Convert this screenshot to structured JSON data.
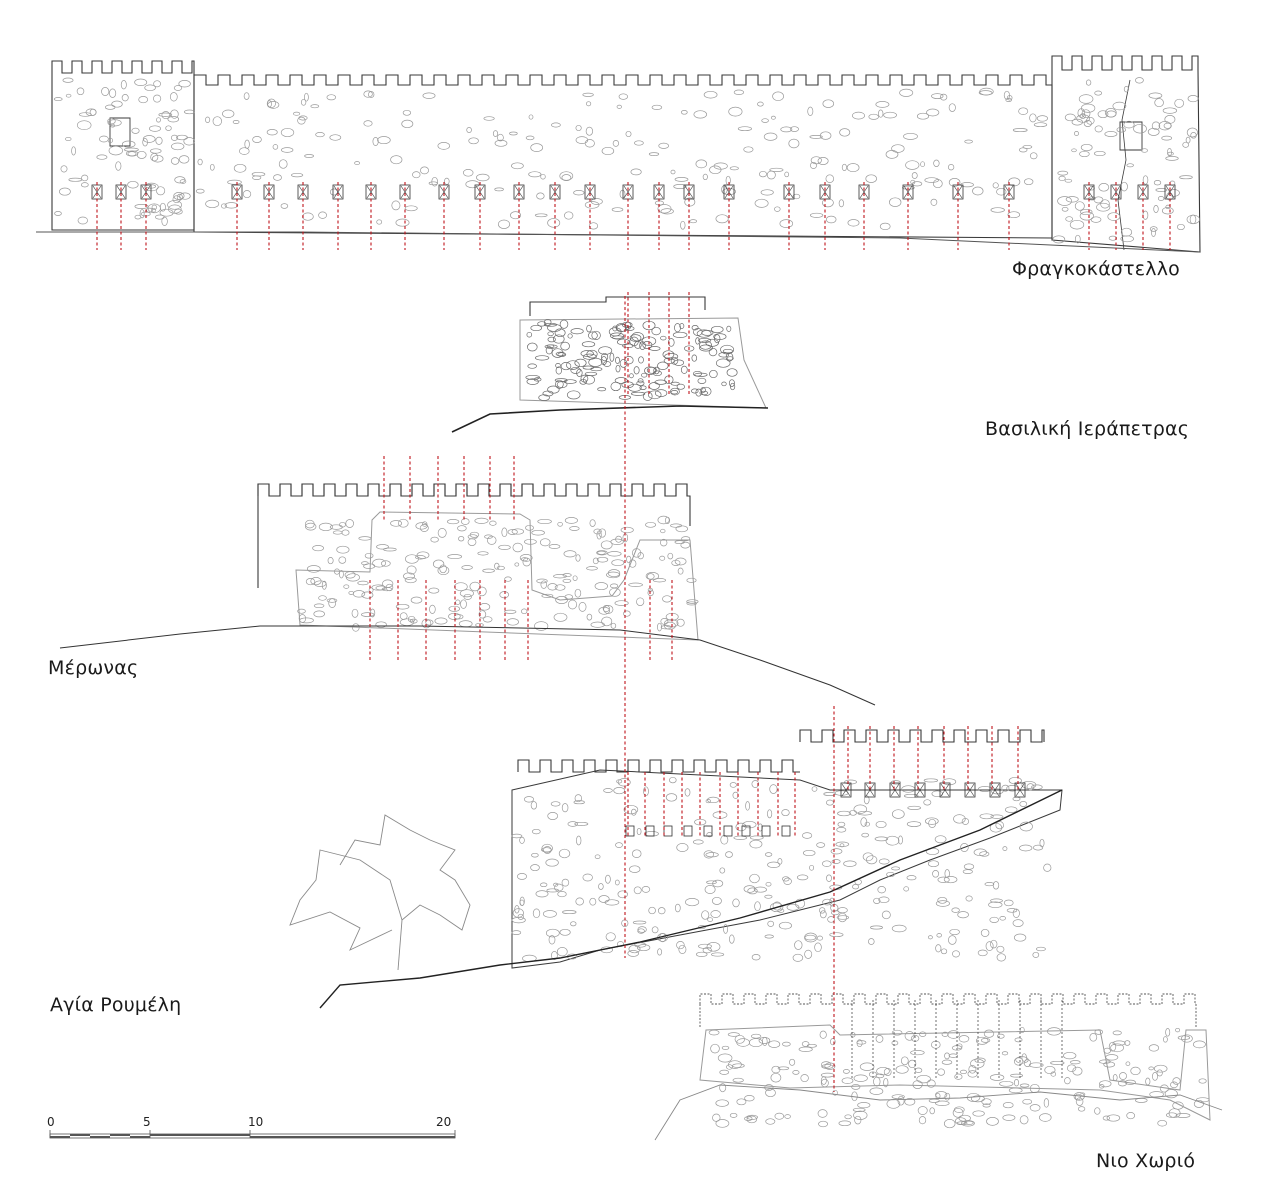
{
  "labels": {
    "frangokastello": "Φραγκοκάστελλο",
    "vasiliki": "Βασιλική Ιεράπετρας",
    "meronas": "Μέρωνας",
    "agia_roumeli": "Αγία Ρουμέλη",
    "nio_chorio": "Νιο Χωριό"
  },
  "scale_bar": {
    "ticks": [
      "0",
      "5",
      "10",
      "20"
    ]
  },
  "colors": {
    "outline": "#3a3a3a",
    "stone": "#9a9a9a",
    "alignment_line": "#c0141c"
  }
}
